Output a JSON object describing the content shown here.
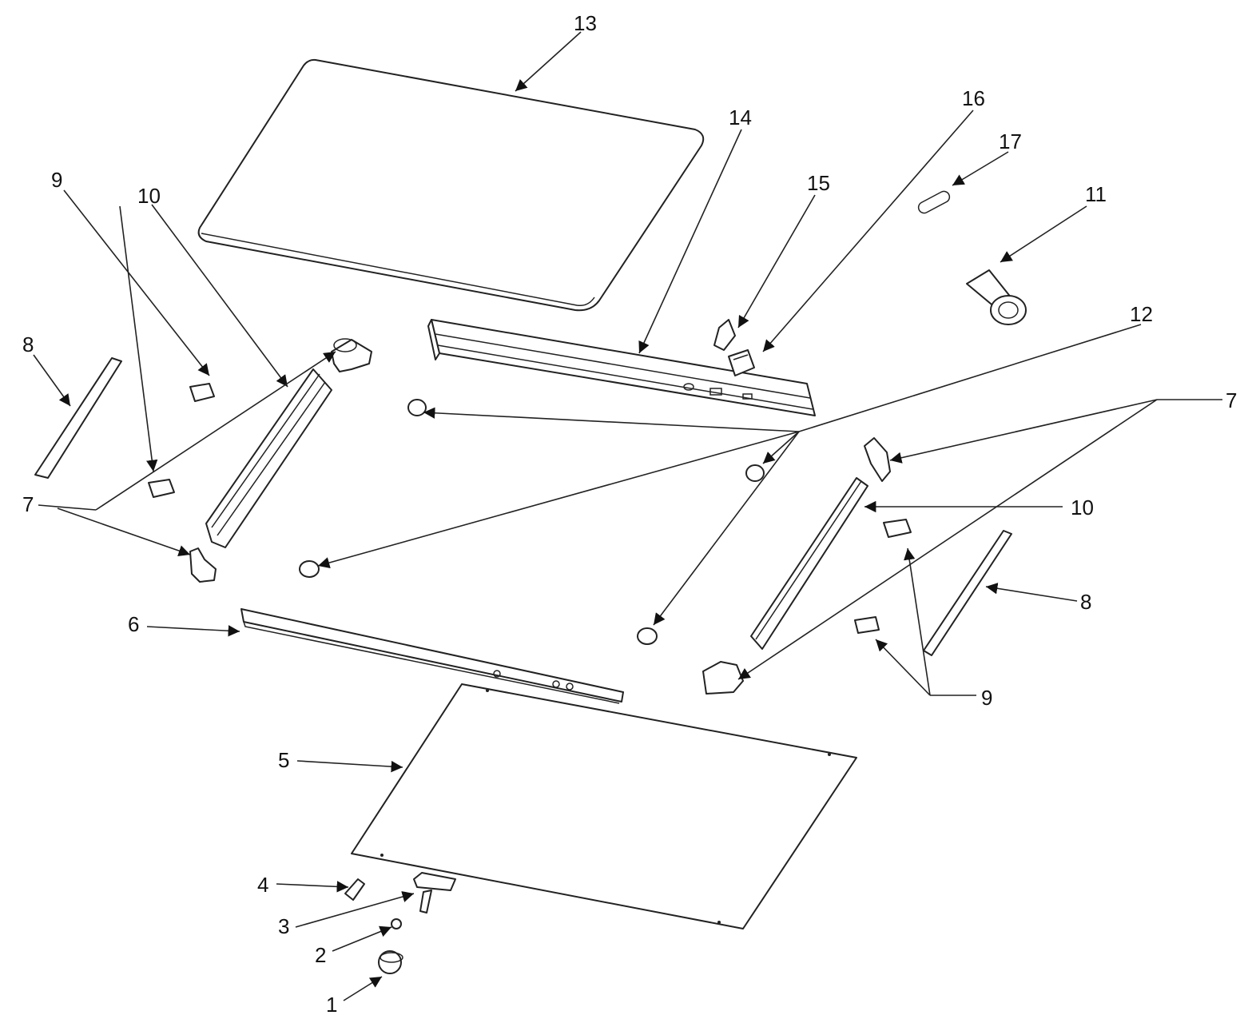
{
  "diagram": {
    "colors": {
      "line": "#222222",
      "background": "#ffffff",
      "arrow": "#111111"
    },
    "callouts": [
      {
        "id": "c1",
        "label": "1"
      },
      {
        "id": "c2",
        "label": "2"
      },
      {
        "id": "c3",
        "label": "3"
      },
      {
        "id": "c4",
        "label": "4"
      },
      {
        "id": "c5",
        "label": "5"
      },
      {
        "id": "c6",
        "label": "6"
      },
      {
        "id": "c7l",
        "label": "7"
      },
      {
        "id": "c7r",
        "label": "7"
      },
      {
        "id": "c8l",
        "label": "8"
      },
      {
        "id": "c8r",
        "label": "8"
      },
      {
        "id": "c9l",
        "label": "9"
      },
      {
        "id": "c9r",
        "label": "9"
      },
      {
        "id": "c10l",
        "label": "10"
      },
      {
        "id": "c10r",
        "label": "10"
      },
      {
        "id": "c11",
        "label": "11"
      },
      {
        "id": "c12",
        "label": "12"
      },
      {
        "id": "c13",
        "label": "13"
      },
      {
        "id": "c14",
        "label": "14"
      },
      {
        "id": "c15",
        "label": "15"
      },
      {
        "id": "c16",
        "label": "16"
      },
      {
        "id": "c17",
        "label": "17"
      }
    ]
  }
}
